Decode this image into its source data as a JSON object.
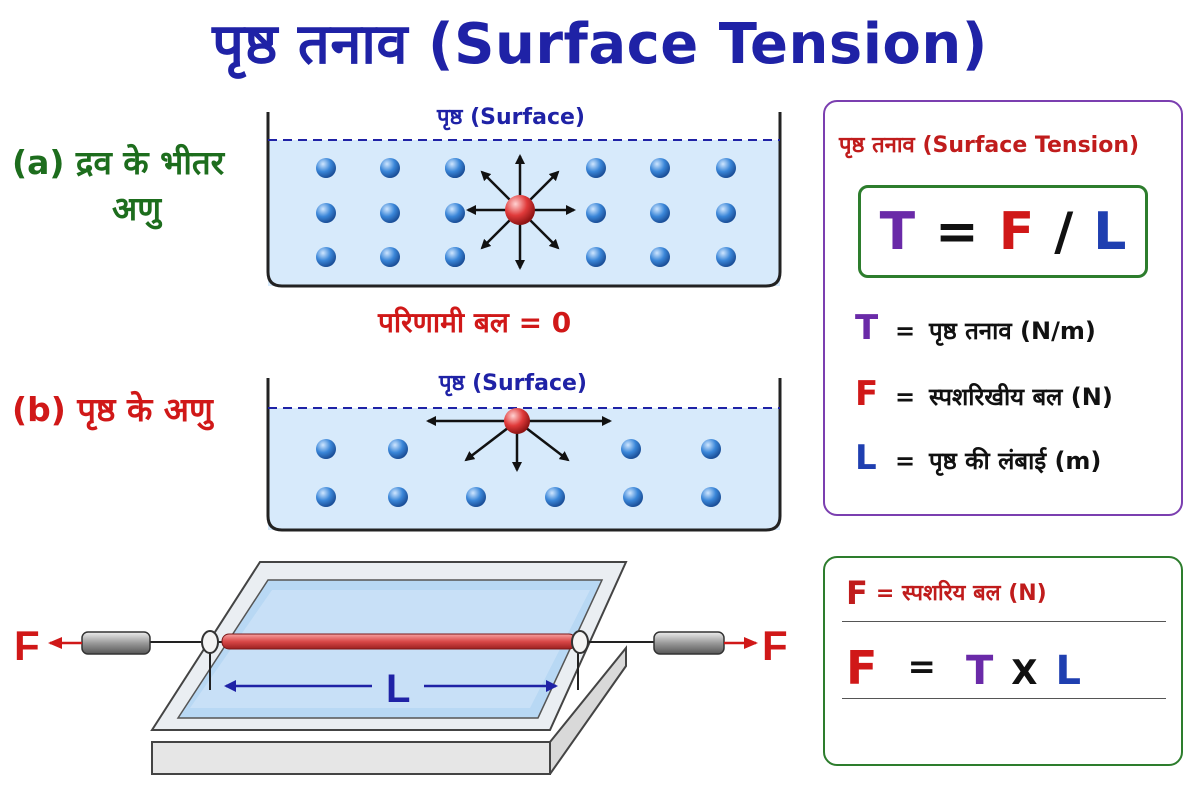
{
  "title": "पृष्ठ तनाव (Surface Tension)",
  "part_a": {
    "label_line1": "(a) द्रव के भीतर",
    "label_line2": "अणु",
    "surface_label": "पृष्ठ (Surface)",
    "net_force": "परिणामी बल = 0"
  },
  "part_b": {
    "label": "(b) पृष्ठ के अणु",
    "surface_label": "पृष्ठ (Surface)"
  },
  "frame_diagram": {
    "force_left": "F",
    "force_right": "F",
    "length_label": "L"
  },
  "formula_box": {
    "title": "पृष्ठ तनाव (Surface Tension)",
    "formula": {
      "t": "T",
      "eq": "=",
      "f": "F",
      "slash": "/",
      "l": "L"
    },
    "definitions": [
      {
        "symbol": "T",
        "eq": "=",
        "text": "पृष्ठ तनाव (N/m)"
      },
      {
        "symbol": "F",
        "eq": "=",
        "text": "स्पशरिखीय बल (N)"
      },
      {
        "symbol": "L",
        "eq": "=",
        "text": "पृष्ठ की लंबाई (m)"
      }
    ]
  },
  "second_box": {
    "line1_symbol": "F",
    "line1_text": "=  स्पशरिय बल (N)",
    "eq": {
      "f": "F",
      "eq": "=",
      "t": "T",
      "x": "X",
      "l": "L"
    }
  },
  "colors": {
    "title": "#1f22a6",
    "green": "#1d6d1d",
    "red": "#d01818",
    "purple": "#6a2aa8",
    "blue": "#1f3fb0",
    "water": "#d7eafb",
    "molecule": "#3a86d8",
    "center_molecule": "#e03a3a"
  },
  "icons": [
    "arrow-icon",
    "molecule-icon"
  ]
}
